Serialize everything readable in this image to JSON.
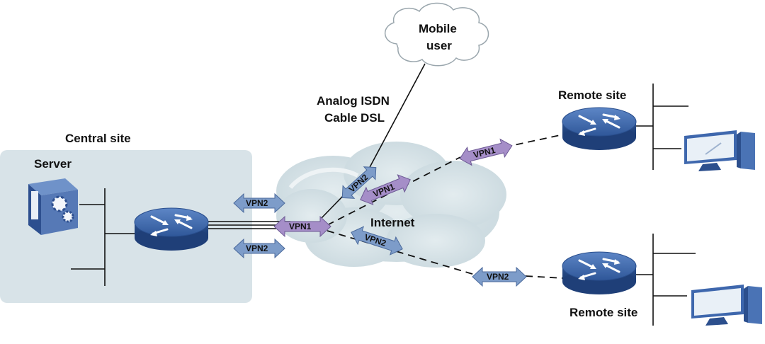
{
  "central_site": {
    "title": "Central site",
    "server_label": "Server"
  },
  "internet_label": "Internet",
  "mobile_user": {
    "line1": "Mobile",
    "line2": "user"
  },
  "access_types": {
    "line1": "Analog ISDN",
    "line2": "Cable DSL"
  },
  "remote_site_top": "Remote site",
  "remote_site_bottom": "Remote site",
  "tunnels": {
    "vpn1": "VPN1",
    "vpn2": "VPN2"
  },
  "colors": {
    "site_box": "#d8e3e8",
    "cloud": "#d3e0e5",
    "router": "#3a64a8",
    "vpn1_arrow": "#a58ec8",
    "vpn2_arrow": "#7d9cc9"
  }
}
